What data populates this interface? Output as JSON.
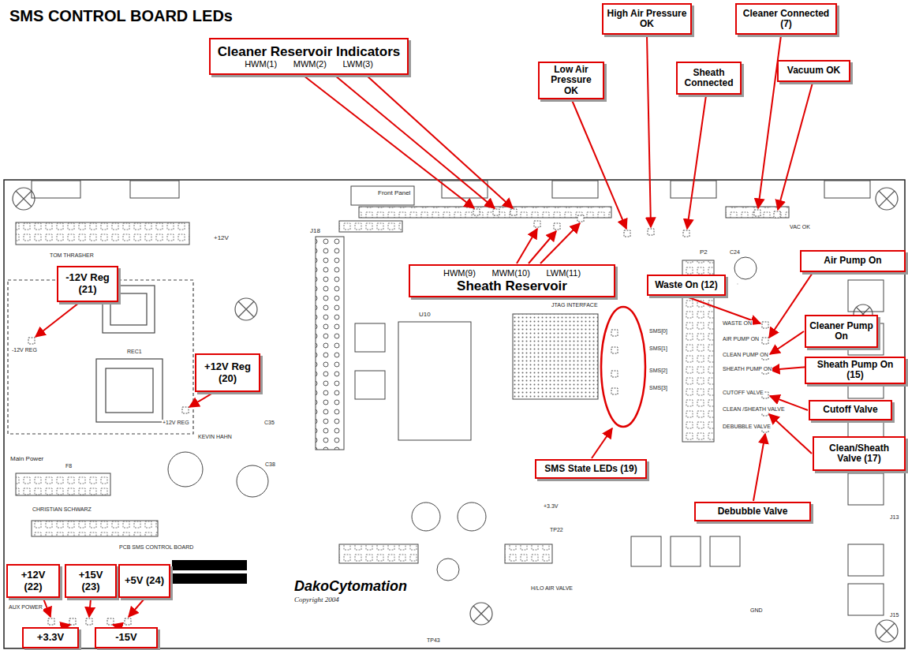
{
  "diagram": {
    "title": "SMS CONTROL BOARD LEDs",
    "nodes": [
      {
        "text": [
          "Cleaner Reservoir Indicators",
          "HWM(1) MWM(2) LWM(3)"
        ]
      },
      {
        "text": [
          "High Air Pressure OK"
        ]
      },
      {
        "text": [
          "Cleaner Connected (7)"
        ]
      },
      {
        "text": [
          "Low Air Pressure OK"
        ]
      },
      {
        "text": [
          "Sheath Connected"
        ]
      },
      {
        "text": [
          "Vacuum OK"
        ]
      },
      {
        "text": [
          "HWM(9) MWM(10) LWM(11)",
          "Sheath Reservoir"
        ]
      },
      {
        "text": [
          "-12V Reg (21)"
        ]
      },
      {
        "text": [
          "+12V Reg (20)"
        ]
      },
      {
        "text": [
          "Air Pump On"
        ]
      },
      {
        "text": [
          "Waste On (12)"
        ]
      },
      {
        "text": [
          "Cleaner Pump On"
        ]
      },
      {
        "text": [
          "Sheath Pump On (15)"
        ]
      },
      {
        "text": [
          "Cutoff Valve"
        ]
      },
      {
        "text": [
          "Clean/Sheath Valve (17)"
        ]
      },
      {
        "text": [
          "SMS State LEDs (19)"
        ]
      },
      {
        "text": [
          "Debubble Valve"
        ]
      },
      {
        "text": [
          "+12V (22)"
        ]
      },
      {
        "text": [
          "+15V (23)"
        ]
      },
      {
        "text": [
          "+5V (24)"
        ]
      },
      {
        "text": [
          "+3.3V"
        ]
      },
      {
        "text": [
          "-15V"
        ]
      }
    ],
    "labels": [
      "Front Panel",
      "J18",
      "JTAG INTERFACE",
      "U10",
      "SMS[0]",
      "SMS[1]",
      "SMS[2]",
      "SMS[3]",
      "WASTE ON",
      "AIR PUMP ON",
      "CLEAN PUMP ON",
      "SHEATH PUMP ON",
      "CUTOFF VALVE",
      "CLEAN /SHEATH VALVE",
      "DEBUBBLE VALVE",
      "VAC OK",
      "-12V REG",
      "+12V REG",
      "Main Power",
      "AUX POWER",
      "PCB SMS CONTROL BOARD",
      "DakoCytomation",
      "Copyright 2004",
      "CHRISTIAN SCHWARZ",
      "KEVIN HAHN",
      "TOM THRASHER",
      "+12V",
      "H/LO AIR VALVE",
      "+3.3V",
      "TP22",
      "TP43",
      "C24",
      "C35",
      "C38",
      "REC1",
      "F8",
      "J13",
      "J15",
      "P2",
      "GND"
    ]
  }
}
